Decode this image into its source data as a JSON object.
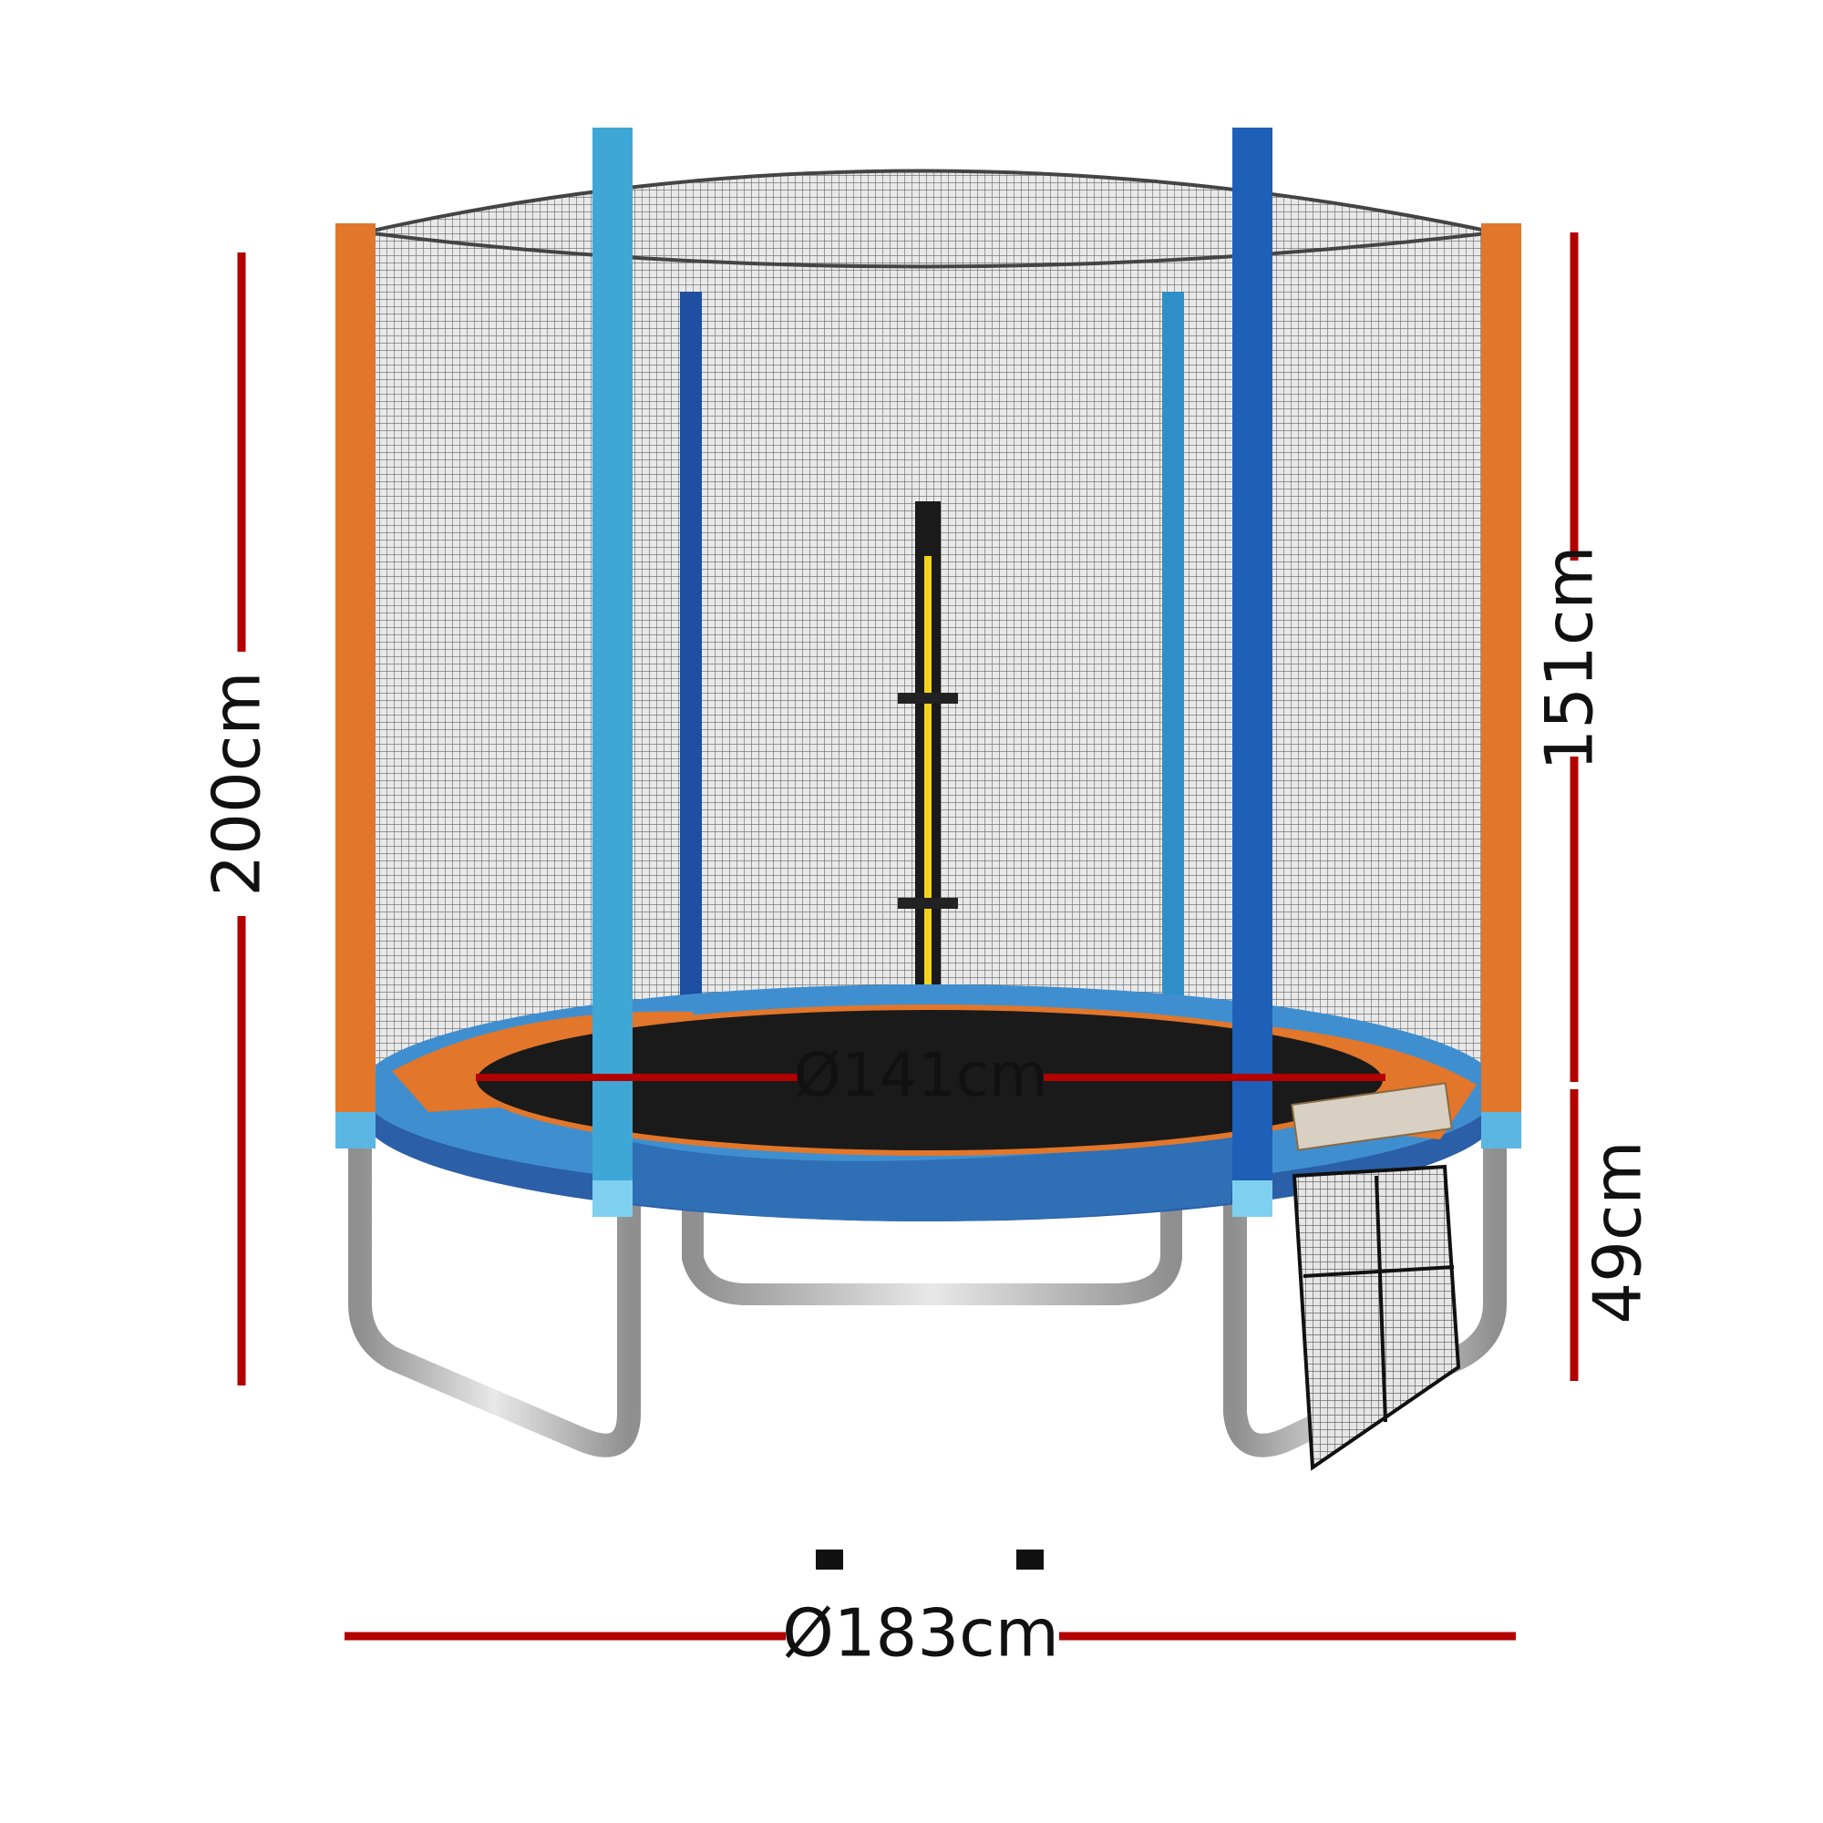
{
  "dimensions": {
    "total_height": "200cm",
    "enclosure_height": "151cm",
    "frame_height": "49cm",
    "mat_diameter": "Ø141cm",
    "frame_diameter": "Ø183cm"
  },
  "colors": {
    "dimension_line": "#b30000",
    "pad_blue": "#2f6fb5",
    "pad_light_blue": "#3fa7d6",
    "pad_orange": "#e2762a",
    "net": "#d9d9d9",
    "frame_steel": "#c8c8c8",
    "mat": "#1a1a1a"
  }
}
